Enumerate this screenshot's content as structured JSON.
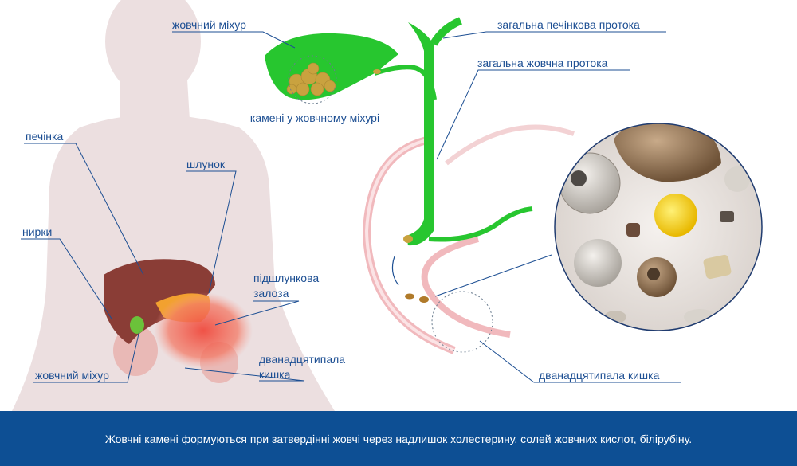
{
  "labels": {
    "gallbladder_top": "жовчний міхур",
    "gallstones_in_bladder": "камені у жовчному міхурі",
    "common_hepatic_duct": "загальна печінкова протока",
    "common_bile_duct": "загальна жовчна протока",
    "liver": "печінка",
    "stomach": "шлунок",
    "kidneys": "нирки",
    "pancreas": "підшлункова залоза",
    "gallbladder_bottom": "жовчний міхур",
    "duodenum_left": "дванадцятипала кишка",
    "duodenum_right": "дванадцятипала кишка"
  },
  "caption": "Жовчні камені формуються при затвердінні жовчі через надлишок холестерину, солей жовчних кислот, білірубіну.",
  "colors": {
    "label_text": "#1d4f93",
    "leader_line": "#1d4f93",
    "silhouette": "#ecdfe0",
    "bile_duct": "#27c62f",
    "liver": "#8a3d36",
    "stomach": "#f2a12f",
    "pancreas": "#f47560",
    "duodenum": "#e86a6a",
    "stones": "#c9a23f",
    "footer_bg": "#0d4f94",
    "footer_text": "#ffffff"
  }
}
